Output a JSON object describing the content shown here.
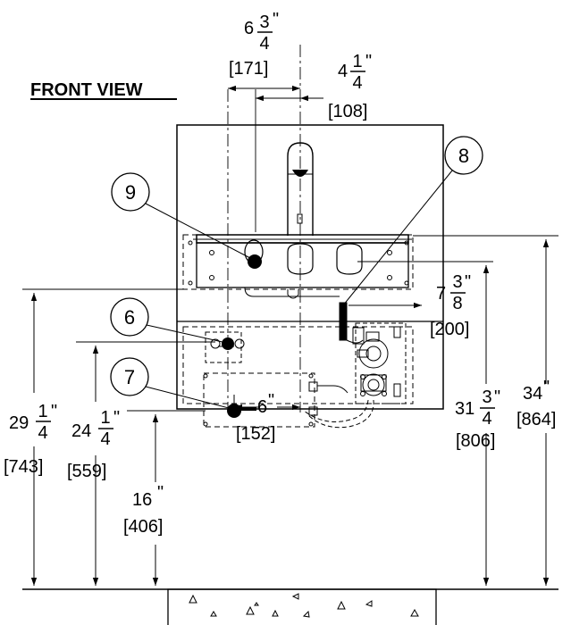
{
  "title": "FRONT VIEW",
  "dimensions": {
    "top_left": {
      "whole": "6",
      "num": "3",
      "den": "4",
      "unit": "\"",
      "metric": "[171]"
    },
    "top_right": {
      "whole": "4",
      "num": "1",
      "den": "4",
      "unit": "\"",
      "metric": "[108]"
    },
    "right_mid": {
      "whole": "7",
      "num": "3",
      "den": "8",
      "unit": "\"",
      "metric": "[200]"
    },
    "right_a": {
      "whole": "31",
      "num": "3",
      "den": "4",
      "unit": "\"",
      "metric": "[806]"
    },
    "right_b": {
      "whole": "34",
      "unit": "\"",
      "metric": "[864]"
    },
    "left_a": {
      "whole": "29",
      "num": "1",
      "den": "4",
      "unit": "\"",
      "metric": "[743]"
    },
    "left_b": {
      "whole": "24",
      "num": "1",
      "den": "4",
      "unit": "\"",
      "metric": "[559]"
    },
    "left_c": {
      "whole": "16",
      "unit": "\"",
      "metric": "[406]"
    },
    "bottom": {
      "whole": "6",
      "unit": "\"",
      "metric": "[152]"
    }
  },
  "callouts": [
    "9",
    "8",
    "6",
    "7"
  ]
}
